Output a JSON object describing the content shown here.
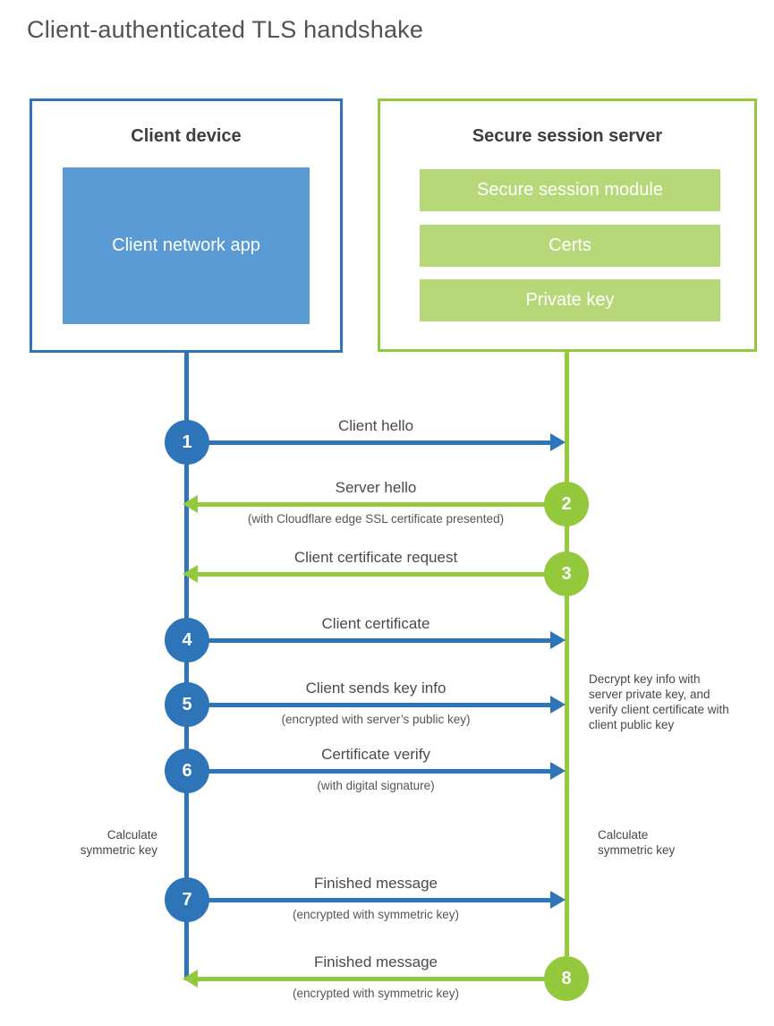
{
  "title": "Client-authenticated TLS handshake",
  "client": {
    "box_title": "Client device",
    "app_label": "Client network app"
  },
  "server": {
    "box_title": "Secure session server",
    "modules": [
      "Secure session module",
      "Certs",
      "Private key"
    ]
  },
  "colors": {
    "client_blue": "#2e74b8",
    "client_fill_blue": "#5b9bd5",
    "server_green": "#94c83d",
    "server_fill_green": "#b7d878"
  },
  "steps": [
    {
      "num": "1",
      "label": "Client hello",
      "from": "client"
    },
    {
      "num": "2",
      "label": "Server hello",
      "sub": "(with Cloudflare edge SSL certificate presented)",
      "from": "server"
    },
    {
      "num": "3",
      "label": "Client certificate request",
      "from": "server"
    },
    {
      "num": "4",
      "label": "Client certificate",
      "from": "client"
    },
    {
      "num": "5",
      "label": "Client sends key info",
      "sub": "(encrypted with server’s public key)",
      "from": "client"
    },
    {
      "num": "6",
      "label": "Certificate verify",
      "sub": "(with digital signature)",
      "from": "client"
    },
    {
      "num": "7",
      "label": "Finished message",
      "sub": "(encrypted with symmetric key)",
      "from": "client"
    },
    {
      "num": "8",
      "label": "Finished message",
      "sub": "(encrypted with symmetric key)",
      "from": "server"
    }
  ],
  "notes": {
    "decrypt": "Decrypt key info with server private key, and verify client certificate with client public key",
    "calc_client": "Calculate symmetric key",
    "calc_server": "Calculate symmetric key"
  }
}
